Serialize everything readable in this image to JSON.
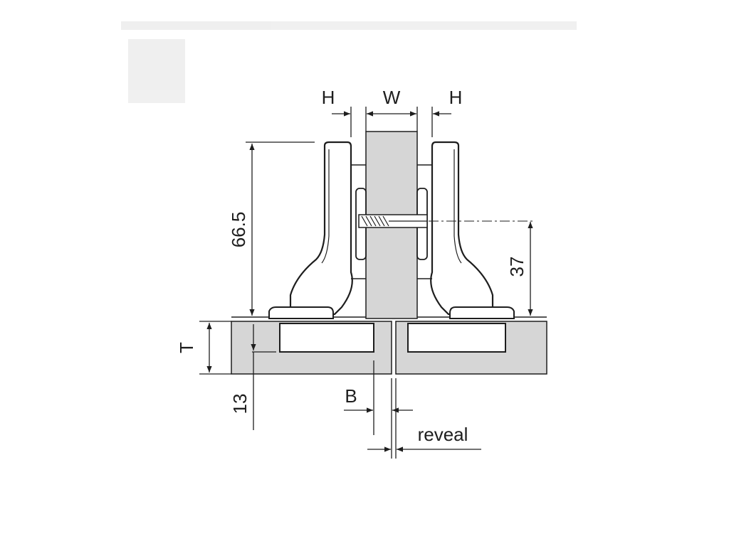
{
  "diagram": {
    "labels": {
      "H_left": "H",
      "W": "W",
      "H_right": "H",
      "height_66_5": "66.5",
      "height_37": "37",
      "T": "T",
      "depth_13": "13",
      "B": "B",
      "reveal": "reveal"
    },
    "colors": {
      "panel_fill": "#d6d6d6",
      "line": "#1e1e1e",
      "background": "#ffffff"
    }
  }
}
